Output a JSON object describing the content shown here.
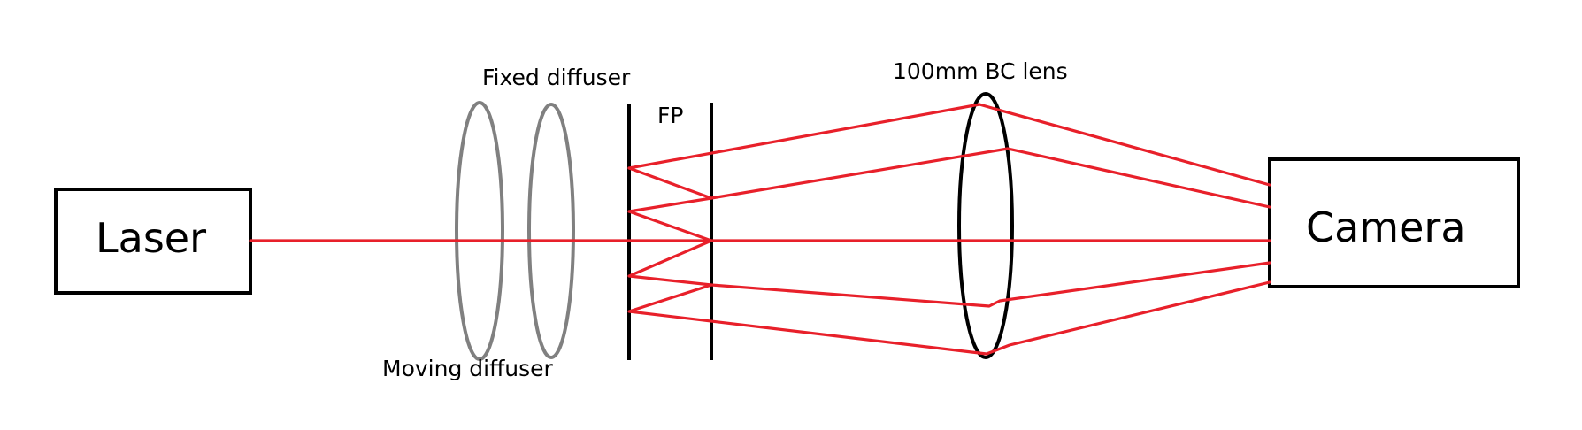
{
  "diagram": {
    "laser_label": "Laser",
    "camera_label": "Camera",
    "fixed_diffuser_label": "Fixed diffuser",
    "moving_diffuser_label": "Moving diffuser",
    "fp_label": "FP",
    "lens_label": "100mm BC lens"
  },
  "colors": {
    "beam": "#e8202a",
    "diffuser": "#808080",
    "outline": "#000000",
    "background": "#ffffff"
  }
}
